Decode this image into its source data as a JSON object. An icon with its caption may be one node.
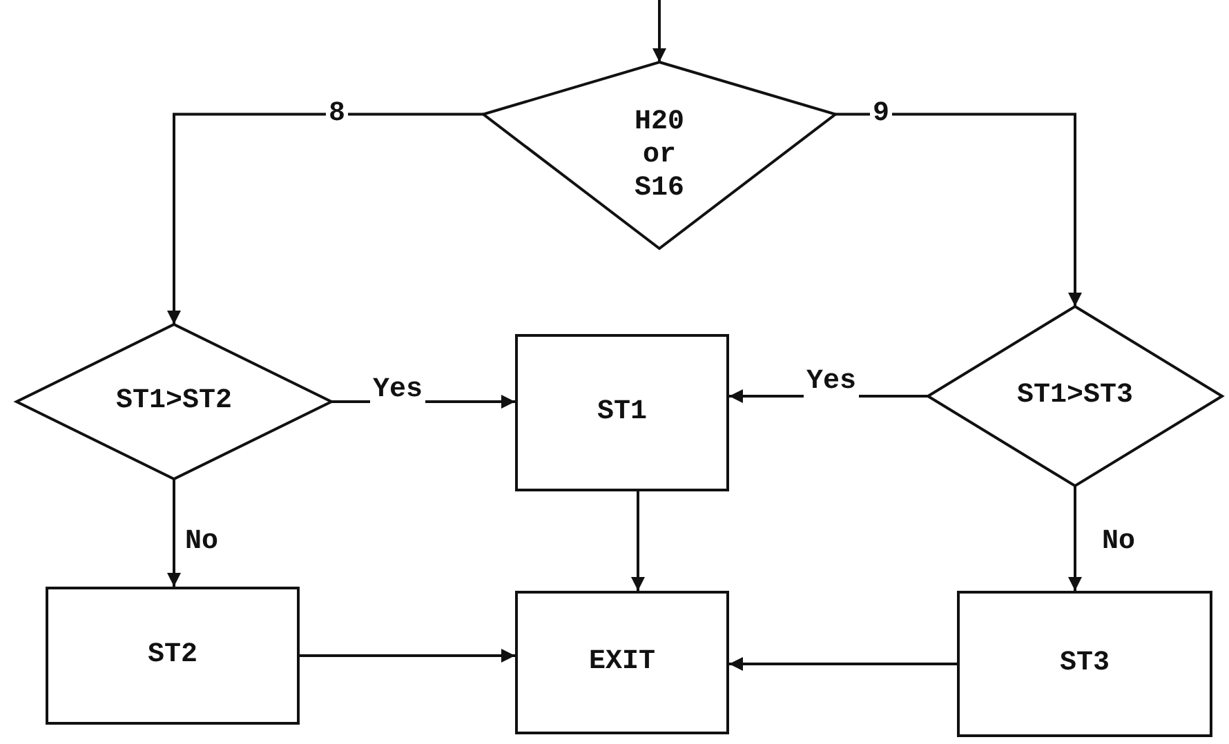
{
  "diagram": {
    "nodes": [
      {
        "text": [
          "H20 or S16"
        ]
      },
      {
        "text": [
          "ST1>ST2"
        ]
      },
      {
        "text": [
          "ST1>ST3"
        ]
      },
      {
        "text": [
          "ST1"
        ]
      },
      {
        "text": [
          "ST2"
        ]
      },
      {
        "text": [
          "EXIT"
        ]
      },
      {
        "text": [
          "ST3"
        ]
      }
    ],
    "edges": [
      {
        "from": null,
        "to": 0,
        "arrow": "to"
      },
      {
        "from": 0,
        "to": 1,
        "arrow": "to",
        "label": "8"
      },
      {
        "from": 0,
        "to": 2,
        "arrow": "to",
        "label": "9"
      },
      {
        "from": 1,
        "to": 3,
        "arrow": "to",
        "label": "Yes"
      },
      {
        "from": 2,
        "to": 3,
        "arrow": "to",
        "label": "Yes"
      },
      {
        "from": 1,
        "to": 4,
        "arrow": "to",
        "label": "No"
      },
      {
        "from": 2,
        "to": 6,
        "arrow": "to",
        "label": "No"
      },
      {
        "from": 3,
        "to": 5,
        "arrow": "to"
      },
      {
        "from": 4,
        "to": 5,
        "arrow": "to"
      },
      {
        "from": 6,
        "to": 5,
        "arrow": "to"
      }
    ]
  }
}
